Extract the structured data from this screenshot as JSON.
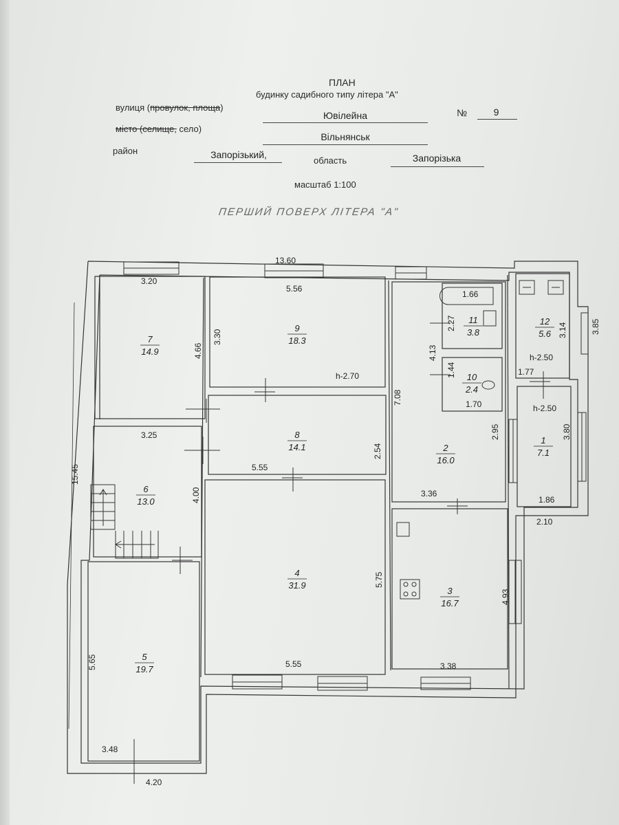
{
  "header": {
    "title": "ПЛАН",
    "subtitle": "будинку садибного типу літера \"А\"",
    "street_label_pre": "вулиця (",
    "street_label_struck": "провулок, площа",
    "street_label_post": ")",
    "street_value": "Ювілейна",
    "number_label": "№",
    "number_value": "9",
    "city_label_struck": "місто (селище,",
    "city_label_post": " село)",
    "city_value": "Вільнянськ",
    "district_label": "район",
    "district_value": "Запорізький,",
    "region_label": "область",
    "region_value": "Запорізька",
    "scale": "масштаб 1:100",
    "floor_title": "ПЕРШИЙ ПОВЕРХ ЛІТЕРА \"А\""
  },
  "plan": {
    "dimensions": {
      "total_width": "13.60",
      "total_height": "15.45",
      "r7_width": "3.20",
      "r7_height": "4.66",
      "r9_width": "5.56",
      "r9_height": "3.30",
      "r11_bath": "1.66",
      "r11_height": "2.27",
      "r2_upper": "4.13",
      "r10_height": "1.44",
      "r10_width": "1.70",
      "r2_height": "7.08",
      "r12_width": "1.77",
      "r12_height": "3.14",
      "outer_right": "3.85",
      "r6_width": "3.25",
      "r8_height": "2.54",
      "r8_width": "5.55",
      "r1_left": "2.95",
      "r1_height": "3.80",
      "r6_height": "4.00",
      "r2_width": "3.36",
      "r1_width": "1.86",
      "r1_outer": "2.10",
      "r4_height": "5.75",
      "r3_height": "4.93",
      "r5_height": "5.65",
      "r4_width": "5.55",
      "r3_width": "3.38",
      "r5_width": "3.48",
      "r5_outer": "4.20"
    },
    "heights": {
      "h9": "h-2.70",
      "h12": "h-2.50",
      "h1": "h-2.50"
    },
    "rooms": [
      {
        "num": "7",
        "area": "14.9"
      },
      {
        "num": "9",
        "area": "18.3"
      },
      {
        "num": "11",
        "area": "3.8"
      },
      {
        "num": "12",
        "area": "5.6"
      },
      {
        "num": "10",
        "area": "2.4"
      },
      {
        "num": "8",
        "area": "14.1"
      },
      {
        "num": "2",
        "area": "16.0"
      },
      {
        "num": "1",
        "area": "7.1"
      },
      {
        "num": "6",
        "area": "13.0"
      },
      {
        "num": "4",
        "area": "31.9"
      },
      {
        "num": "3",
        "area": "16.7"
      },
      {
        "num": "5",
        "area": "19.7"
      }
    ]
  }
}
